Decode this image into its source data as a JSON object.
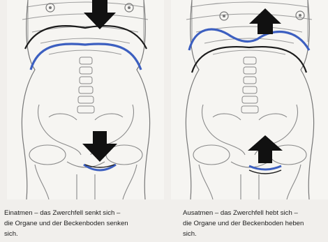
{
  "figure": {
    "left_panel": {
      "diaphragm_arrow": "arrow-down",
      "pelvic_arrow": "arrow-down",
      "caption_lines": [
        "Einatmen – das Zwerchfell senkt sich –",
        "die Organe und der Beckenboden senken",
        "sich."
      ]
    },
    "right_panel": {
      "diaphragm_arrow": "arrow-up",
      "pelvic_arrow": "arrow-up",
      "caption_lines": [
        "Ausatmen – das Zwerchfell hebt sich –",
        "die Organe und der Beckenboden heben",
        "sich."
      ]
    },
    "colors": {
      "diaphragm_active": "#3c5fc0",
      "diaphragm_rest": "#1b1b1b",
      "arrow": "#111111",
      "sketch": "#8f8f8f"
    }
  }
}
